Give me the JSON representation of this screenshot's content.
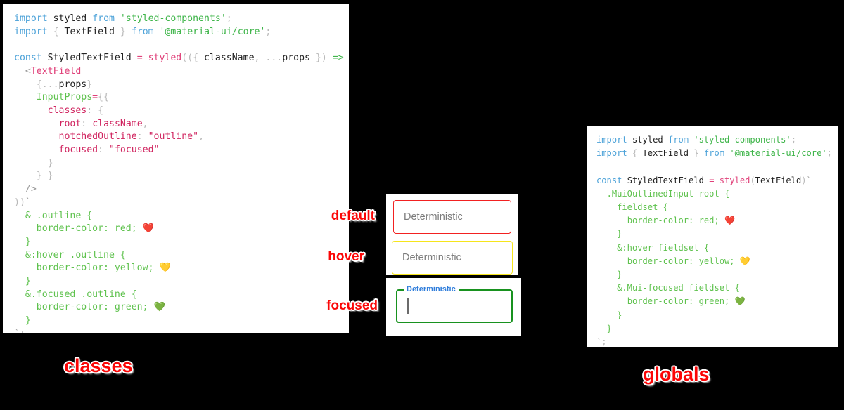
{
  "background_color": "#000000",
  "accent_color": "#fb0606",
  "panels": {
    "classes_code": {
      "title": "classes",
      "lines": [
        "import styled from 'styled-components';",
        "import { TextField } from '@material-ui/core';",
        "",
        "const StyledTextField = styled(({ className, ...props }) => (",
        "  <TextField",
        "    {...props}",
        "    InputProps={{",
        "      classes: {",
        "        root: className,",
        "        notchedOutline: \"outline\",",
        "        focused: \"focused\"",
        "      }",
        "    } }",
        "  />",
        "))`",
        "  & .outline {",
        "    border-color: red; ❤️",
        "  }",
        "  &:hover .outline {",
        "    border-color: yellow; 💛",
        "  }",
        "  &.focused .outline {",
        "    border-color: green; 💚",
        "  }",
        "`;"
      ]
    },
    "globals_code": {
      "title": "globals",
      "lines": [
        "import styled from 'styled-components';",
        "import { TextField } from '@material-ui/core';",
        "",
        "const StyledTextField = styled(TextField)`",
        "  .MuiOutlinedInput-root {",
        "    fieldset {",
        "      border-color: red; ❤️",
        "    }",
        "    &:hover fieldset {",
        "      border-color: yellow; 💛",
        "    }",
        "    &.Mui-focused fieldset {",
        "      border-color: green; 💚",
        "    }",
        "  }",
        "`;"
      ]
    }
  },
  "preview": {
    "fields": [
      {
        "state": "default",
        "callout": "default",
        "value": "Deterministic",
        "legend": "",
        "border_color": "#f22121"
      },
      {
        "state": "hover",
        "callout": "hover",
        "value": "Deterministic",
        "legend": "",
        "border_color": "#f6e51c"
      },
      {
        "state": "focused",
        "callout": "focused",
        "value": "",
        "legend": "Deterministic",
        "border_color": "#18921f",
        "legend_color": "#2f7ddb"
      }
    ]
  }
}
